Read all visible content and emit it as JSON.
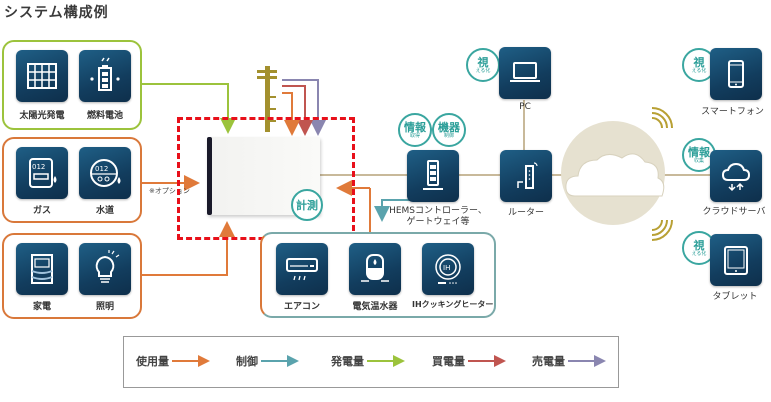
{
  "title": "システム構成例",
  "groups": {
    "generation": {
      "color": "#9cc33c",
      "items": [
        {
          "label": "太陽光発電",
          "icon": "solar-panel-icon"
        },
        {
          "label": "燃料電池",
          "icon": "fuel-cell-battery-icon"
        }
      ]
    },
    "utilities": {
      "color": "#d9783a",
      "items": [
        {
          "label": "ガス",
          "icon": "gas-meter-icon"
        },
        {
          "label": "水道",
          "icon": "water-meter-icon"
        }
      ]
    },
    "home": {
      "color": "#d9783a",
      "items": [
        {
          "label": "家電",
          "icon": "appliance-icon"
        },
        {
          "label": "照明",
          "icon": "light-bulb-icon"
        }
      ]
    },
    "controlled": {
      "items": [
        {
          "label": "エアコン",
          "icon": "air-conditioner-icon"
        },
        {
          "label": "電気温水器",
          "icon": "water-heater-icon"
        },
        {
          "label": "IHクッキングヒーター",
          "icon": "ih-cooker-icon"
        }
      ]
    }
  },
  "option_note": "※オプション",
  "meter_badge": "計測",
  "hems": {
    "label_line1": "HEMSコントローラー、",
    "label_line2": "ゲートウェイ等",
    "badges": [
      {
        "main": "情報",
        "sub": "取得"
      },
      {
        "main": "機器",
        "sub": "制御"
      }
    ]
  },
  "router": {
    "label": "ルーター"
  },
  "pc": {
    "label": "PC",
    "badge": {
      "main": "視",
      "sub": "える化"
    }
  },
  "right_devices": [
    {
      "label": "スマートフォン",
      "icon": "smartphone-icon",
      "badge": {
        "main": "視",
        "sub": "える化"
      }
    },
    {
      "label": "クラウドサーバ",
      "icon": "cloud-server-icon",
      "badge": {
        "main": "情報",
        "sub": "収集"
      }
    },
    {
      "label": "タブレット",
      "icon": "tablet-icon",
      "badge": {
        "main": "視",
        "sub": "える化"
      }
    }
  ],
  "legend": [
    {
      "label": "使用量",
      "color": "#e07a3a"
    },
    {
      "label": "制御",
      "color": "#5aa3ad"
    },
    {
      "label": "発電量",
      "color": "#9cc33c"
    },
    {
      "label": "買電量",
      "color": "#c05550"
    },
    {
      "label": "売電量",
      "color": "#8a86b0"
    }
  ],
  "colors": {
    "tile": "#15476b",
    "teal": "#3aa6a0",
    "network_line": "#c8b99a",
    "cloud_circle": "#e6e1d0",
    "highlight": "#e8101a",
    "pole": "#a3902e"
  }
}
